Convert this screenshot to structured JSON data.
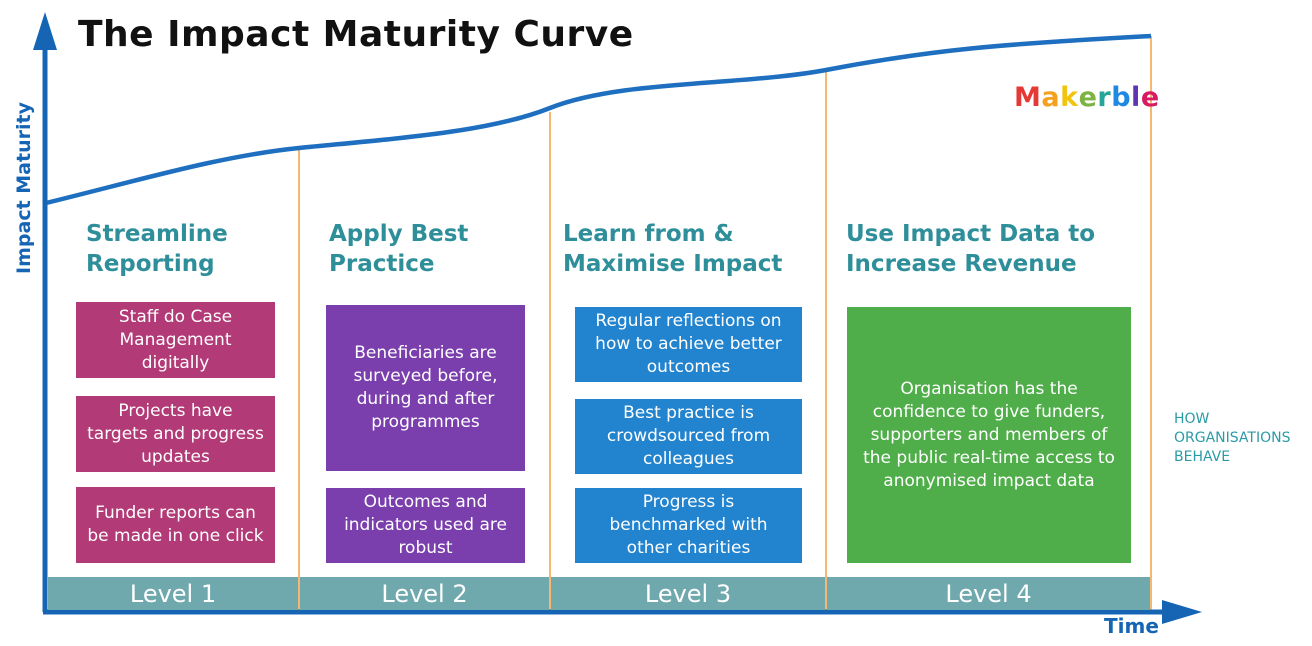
{
  "title": "The Impact Maturity Curve",
  "axes": {
    "y_label": "Impact Maturity",
    "x_label": "Time"
  },
  "brand": {
    "name": "Makerble",
    "letter_colors": [
      "#e53935",
      "#f4a21d",
      "#f1c40f",
      "#7cb342",
      "#26a69a",
      "#1e88e5",
      "#5e35b1",
      "#d81b60"
    ]
  },
  "side_note": "HOW\nORGANISATIONS\nBEHAVE",
  "colors": {
    "axis": "#1565b4",
    "curve": "#1e6fbf",
    "divider": "#f0a040",
    "level_bar": "#6fa8ad",
    "heading": "#2e8f9a"
  },
  "levels": [
    {
      "name": "Level 1",
      "heading": "Streamline\nReporting",
      "color": "#b23a76",
      "boxes": [
        "Staff do Case Management digitally",
        "Projects have targets and progress updates",
        "Funder reports can be made in one click"
      ]
    },
    {
      "name": "Level 2",
      "heading": "Apply Best\nPractice",
      "color": "#7a3fad",
      "boxes": [
        "Beneficiaries are surveyed before, during and after programmes",
        "Outcomes and indicators used are robust"
      ]
    },
    {
      "name": "Level 3",
      "heading": "Learn from &\nMaximise Impact",
      "color": "#2283cf",
      "boxes": [
        "Regular reflections on how to achieve better outcomes",
        "Best practice is crowdsourced from colleagues",
        "Progress is benchmarked with other charities"
      ]
    },
    {
      "name": "Level 4",
      "heading": "Use Impact Data to\nIncrease Revenue",
      "color": "#4fae49",
      "boxes": [
        "Organisation has the confidence to give funders, supporters and members of the public real-time access to anonymised impact data"
      ]
    }
  ]
}
